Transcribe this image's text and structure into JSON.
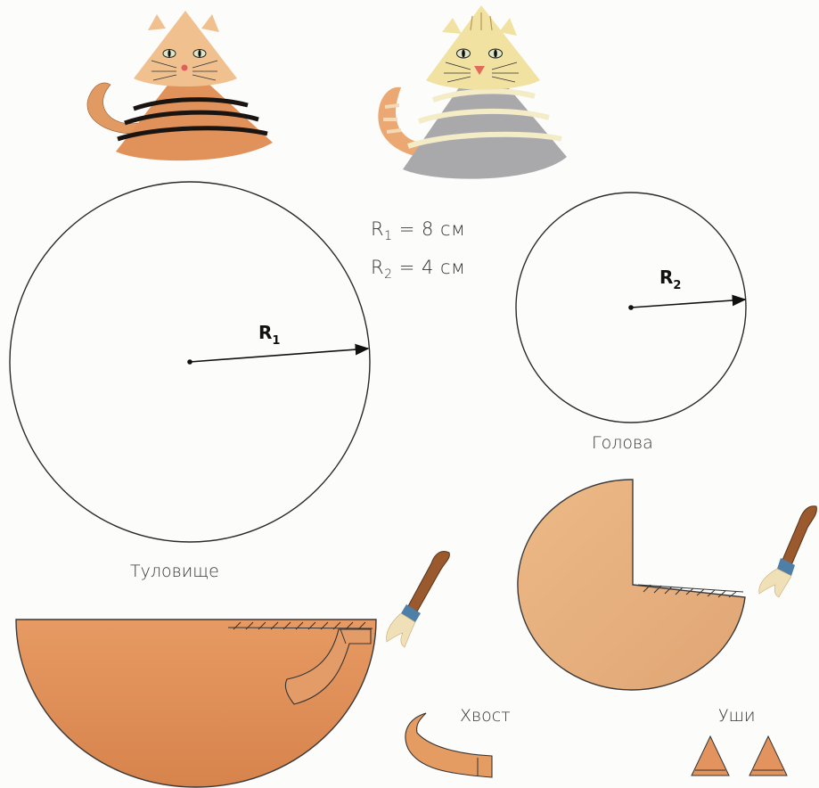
{
  "formulas": {
    "r1": {
      "symbol": "R",
      "index": "1",
      "value": "= 8 см"
    },
    "r2": {
      "symbol": "R",
      "index": "2",
      "value": "= 4 см"
    }
  },
  "radius_labels": {
    "body": {
      "symbol": "R",
      "index": "1"
    },
    "head": {
      "symbol": "R",
      "index": "2"
    }
  },
  "captions": {
    "head": "Голова",
    "body": "Туловище",
    "tail": "Хвост",
    "ears": "Уши"
  },
  "colors": {
    "orange_body": "#e2915a",
    "orange_head": "#e8b07e",
    "stripe_dark": "#1a1410",
    "grey_body": "#a9a9ab",
    "stripe_light": "#f3ecc6",
    "yellow_head": "#f1de9a",
    "outline": "#2a2a2a"
  },
  "icons": [
    "orange-cat-icon",
    "grey-cat-icon",
    "paint-brush-icon",
    "ear-template-icon"
  ]
}
